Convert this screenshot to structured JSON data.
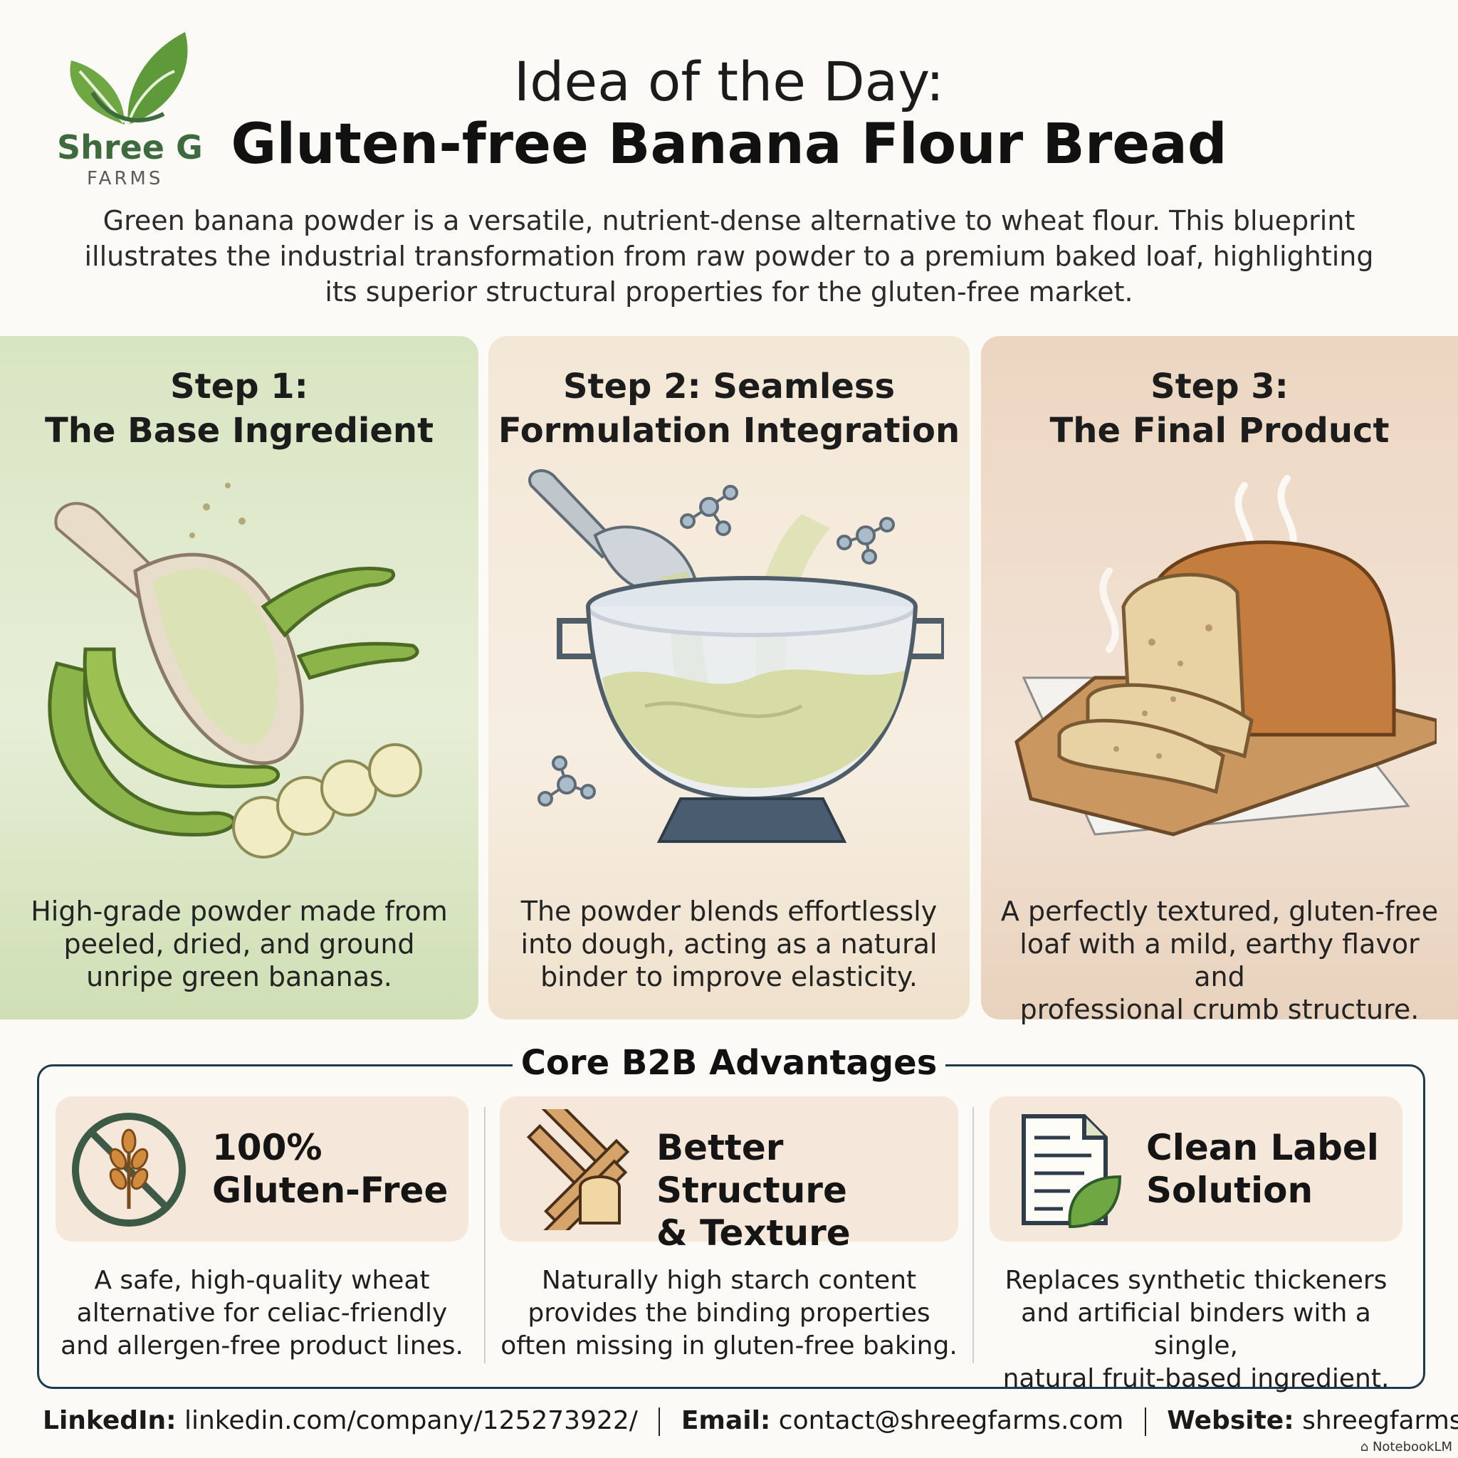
{
  "brand": {
    "name": "Shree G",
    "sub": "FARMS"
  },
  "header": {
    "title_pre": "Idea of the Day:",
    "title_main": "Gluten-free Banana Flour Bread",
    "intro_lines": [
      "Green banana powder is a versatile, nutrient-dense alternative to wheat flour. This blueprint",
      "illustrates the industrial transformation from raw powder to a premium baked loaf, highlighting",
      "its superior structural properties for the gluten-free market."
    ]
  },
  "steps": [
    {
      "title_lines": [
        "Step 1:",
        "The Base Ingredient"
      ],
      "desc_lines": [
        "High-grade powder made from",
        "peeled, dried, and ground",
        "unripe green bananas."
      ]
    },
    {
      "title_lines": [
        "Step 2: Seamless",
        "Formulation Integration"
      ],
      "desc_lines": [
        "The powder blends effortlessly",
        "into dough, acting as a natural",
        "binder to improve elasticity."
      ]
    },
    {
      "title_lines": [
        "Step 3:",
        "The Final Product"
      ],
      "desc_lines": [
        "A perfectly textured, gluten-free",
        "loaf with a mild, earthy flavor and",
        "professional crumb structure."
      ]
    }
  ],
  "advantages": {
    "title": "Core B2B Advantages",
    "items": [
      {
        "icon": "no-wheat-icon",
        "head_lines": [
          "100%",
          "Gluten-Free"
        ],
        "desc_lines": [
          "A safe, high-quality wheat",
          "alternative for celiac-friendly",
          "and allergen-free product lines."
        ]
      },
      {
        "icon": "lattice-bread-icon",
        "head_lines": [
          "Better Structure",
          "& Texture"
        ],
        "desc_lines": [
          "Naturally high starch content",
          "provides the binding properties",
          "often missing in gluten-free baking."
        ]
      },
      {
        "icon": "document-leaf-icon",
        "head_lines": [
          "Clean Label",
          "Solution"
        ],
        "desc_lines": [
          "Replaces synthetic thickeners",
          "and artificial binders with a single,",
          "natural fruit-based ingredient."
        ]
      }
    ]
  },
  "footer": {
    "linkedin_label": "LinkedIn:",
    "linkedin_value": "linkedin.com/company/125273922/",
    "email_label": "Email:",
    "email_value": "contact@shreegfarms.com",
    "website_label": "Website:",
    "website_value": "shreegfarms.com",
    "credit": "NotebookLM"
  },
  "colors": {
    "brand_green": "#3d6b3d",
    "panel1": "#dbe7c6",
    "panel2": "#f5ebdd",
    "panel3": "#efdcca",
    "card": "#f5e8da",
    "box_border": "#1f3a4d"
  }
}
